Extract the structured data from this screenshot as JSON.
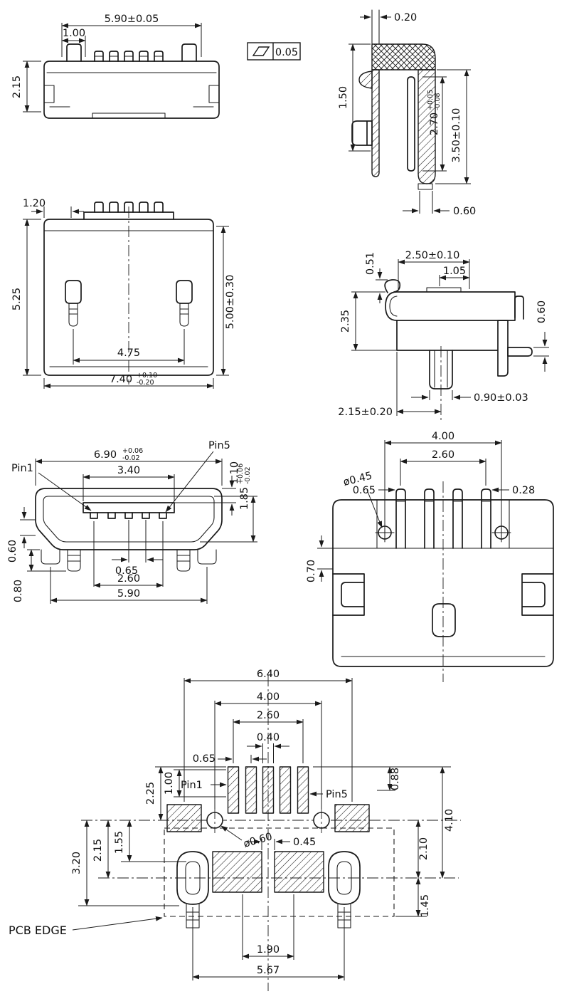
{
  "style": {
    "line_color": "#1a1a1a",
    "background": "#ffffff"
  },
  "views": {
    "top": {
      "overall_width": "5.90±0.05",
      "tab_offset": "1.00",
      "depth": "2.15",
      "flatness": "0.05"
    },
    "section": {
      "shell_thickness": "0.20",
      "latch_height": "1.50",
      "inner_height": "2.70",
      "inner_height_plus": "+0.05",
      "inner_height_minus": "-0.08",
      "overall_height": "3.50±0.10",
      "foot_width": "0.60"
    },
    "bottom": {
      "edge_offset": "1.20",
      "body_depth": "5.25",
      "shell_depth": "5.00±0.30",
      "leg_spacing": "4.75",
      "overall_width": "7.40",
      "overall_width_plus": "+0.10",
      "overall_width_minus": "-0.20"
    },
    "side": {
      "shell_thickness": "0.51",
      "top_length": "2.50±0.10",
      "tip_length": "1.05",
      "front_height": "2.35",
      "tab_thickness": "0.60",
      "post_width": "0.90±0.03",
      "post_position": "2.15±0.20"
    },
    "front": {
      "pin1_label": "Pin1",
      "pin5_label": "Pin5",
      "shell_width": "6.90",
      "shell_width_plus": "+0.06",
      "shell_width_minus": "-0.02",
      "contact_span": "3.40",
      "tongue_offset": "1.10",
      "opening_height": "1.85",
      "opening_height_plus": "+0.06",
      "opening_height_minus": "-0.02",
      "chamfer_height": "0.60",
      "contact_pitch": "0.65",
      "inner_span": "2.60",
      "body_width": "5.90",
      "leg_length": "0.80"
    },
    "rear": {
      "tail_span": "4.00",
      "inner_span": "2.60",
      "rivet_dia": "ø0.45",
      "tail_width": "0.65",
      "tail_thickness": "0.28",
      "shoulder": "0.70"
    },
    "footprint": {
      "pin1_label": "Pin1",
      "pin5_label": "Pin5",
      "shield_pad_span": "6.40",
      "hole_span": "4.00",
      "pad_span": "2.60",
      "pad_width": "0.40",
      "pad_pitch": "0.65",
      "shield_pad_height": "1.00",
      "pad_row_offset": "2.25",
      "pad_length": "0.88",
      "hole_diameter": "ø0.60",
      "slot_gap": "0.45",
      "hole_to_slot": "2.10",
      "pad_to_slot": "4.10",
      "dim_3_20": "3.20",
      "dim_2_15": "2.15",
      "dim_1_55": "1.55",
      "slot_to_edge": "1.45",
      "inner_slot_span": "1.90",
      "leg_span": "5.67",
      "pcb_edge_label": "PCB EDGE"
    }
  }
}
